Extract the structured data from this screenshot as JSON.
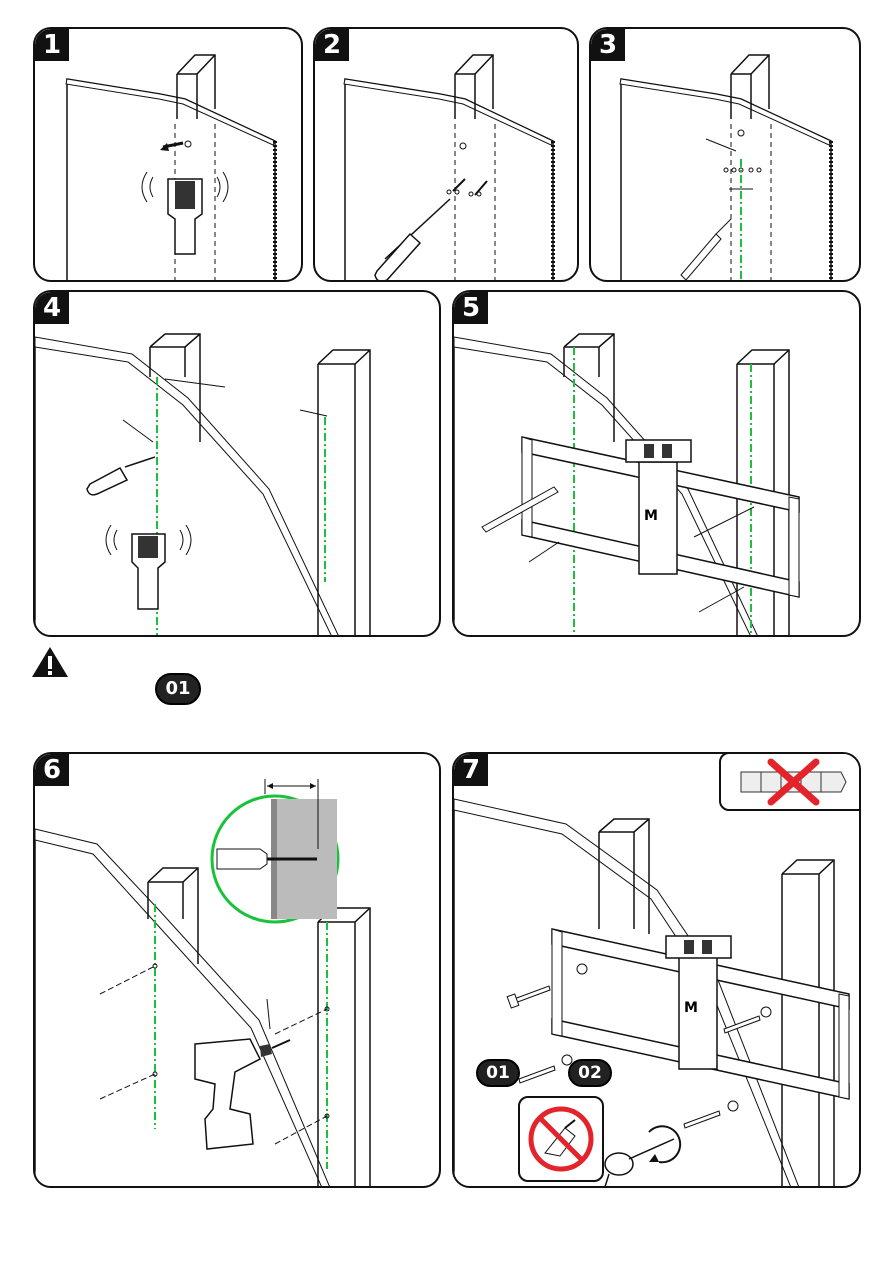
{
  "steps": [
    {
      "label": "1"
    },
    {
      "label": "2"
    },
    {
      "label": "3"
    },
    {
      "label": "4"
    },
    {
      "label": "5"
    },
    {
      "label": "6"
    },
    {
      "label": "7"
    }
  ],
  "callouts": {
    "warning_part": "01",
    "step7_part_a": "01",
    "step7_part_b": "02"
  },
  "icons": {
    "warning": "warning-triangle-icon",
    "stud_finder": "stud-finder-icon",
    "screwdriver": "screwdriver-icon",
    "pencil": "pencil-icon",
    "drill": "drill-icon",
    "level": "bubble-level-icon",
    "wall_anchor_prohibited": "wall-anchor-prohibited-icon",
    "power_drill_prohibited": "power-drill-prohibited-icon",
    "socket_wrench": "socket-wrench-icon"
  },
  "colors": {
    "stud_line": "#19c23a",
    "prohibit": "#e3242b",
    "ink": "#111111",
    "badge": "#111111"
  }
}
